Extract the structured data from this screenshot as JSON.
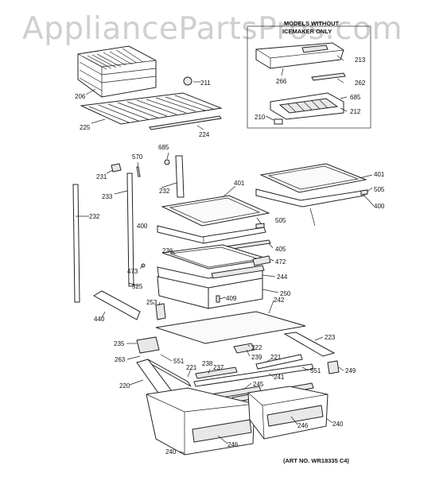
{
  "watermark": "AppliancePartsPros.com",
  "inset": {
    "title_line1": "MODELS WITHOUT",
    "title_line2": "ICEMAKER ONLY"
  },
  "art_number": "(ART NO. WR18335 C4)",
  "callouts": [
    {
      "id": "c206",
      "text": "206"
    },
    {
      "id": "c211",
      "text": "211"
    },
    {
      "id": "c225",
      "text": "225"
    },
    {
      "id": "c224",
      "text": "224"
    },
    {
      "id": "c213",
      "text": "213"
    },
    {
      "id": "c266",
      "text": "266"
    },
    {
      "id": "c262",
      "text": "262"
    },
    {
      "id": "c685a",
      "text": "685"
    },
    {
      "id": "c212",
      "text": "212"
    },
    {
      "id": "c210",
      "text": "210"
    },
    {
      "id": "c570",
      "text": "570"
    },
    {
      "id": "c685b",
      "text": "685"
    },
    {
      "id": "c231",
      "text": "231"
    },
    {
      "id": "c233",
      "text": "233"
    },
    {
      "id": "c232a",
      "text": "232"
    },
    {
      "id": "c232b",
      "text": "232"
    },
    {
      "id": "c401a",
      "text": "401"
    },
    {
      "id": "c401b",
      "text": "401"
    },
    {
      "id": "c505a",
      "text": "505"
    },
    {
      "id": "c505b",
      "text": "505"
    },
    {
      "id": "c400a",
      "text": "400"
    },
    {
      "id": "c400b",
      "text": "400"
    },
    {
      "id": "c405",
      "text": "405"
    },
    {
      "id": "c236",
      "text": "236"
    },
    {
      "id": "c472",
      "text": "472"
    },
    {
      "id": "c473",
      "text": "473"
    },
    {
      "id": "c244",
      "text": "244"
    },
    {
      "id": "c525",
      "text": "525"
    },
    {
      "id": "c250",
      "text": "250"
    },
    {
      "id": "c409",
      "text": "409"
    },
    {
      "id": "c253",
      "text": "253"
    },
    {
      "id": "c242",
      "text": "242"
    },
    {
      "id": "c440",
      "text": "440"
    },
    {
      "id": "c223",
      "text": "223"
    },
    {
      "id": "c235",
      "text": "235"
    },
    {
      "id": "c222",
      "text": "222"
    },
    {
      "id": "c239",
      "text": "239"
    },
    {
      "id": "c263",
      "text": "263"
    },
    {
      "id": "c551a",
      "text": "551"
    },
    {
      "id": "c221a",
      "text": "221"
    },
    {
      "id": "c238",
      "text": "238"
    },
    {
      "id": "c237",
      "text": "237"
    },
    {
      "id": "c221b",
      "text": "221"
    },
    {
      "id": "c551b",
      "text": "551"
    },
    {
      "id": "c249",
      "text": "249"
    },
    {
      "id": "c241",
      "text": "241"
    },
    {
      "id": "c220",
      "text": "220"
    },
    {
      "id": "c245",
      "text": "245"
    },
    {
      "id": "c246a",
      "text": "246"
    },
    {
      "id": "c246b",
      "text": "246"
    },
    {
      "id": "c240a",
      "text": "240"
    },
    {
      "id": "c240b",
      "text": "240"
    }
  ]
}
